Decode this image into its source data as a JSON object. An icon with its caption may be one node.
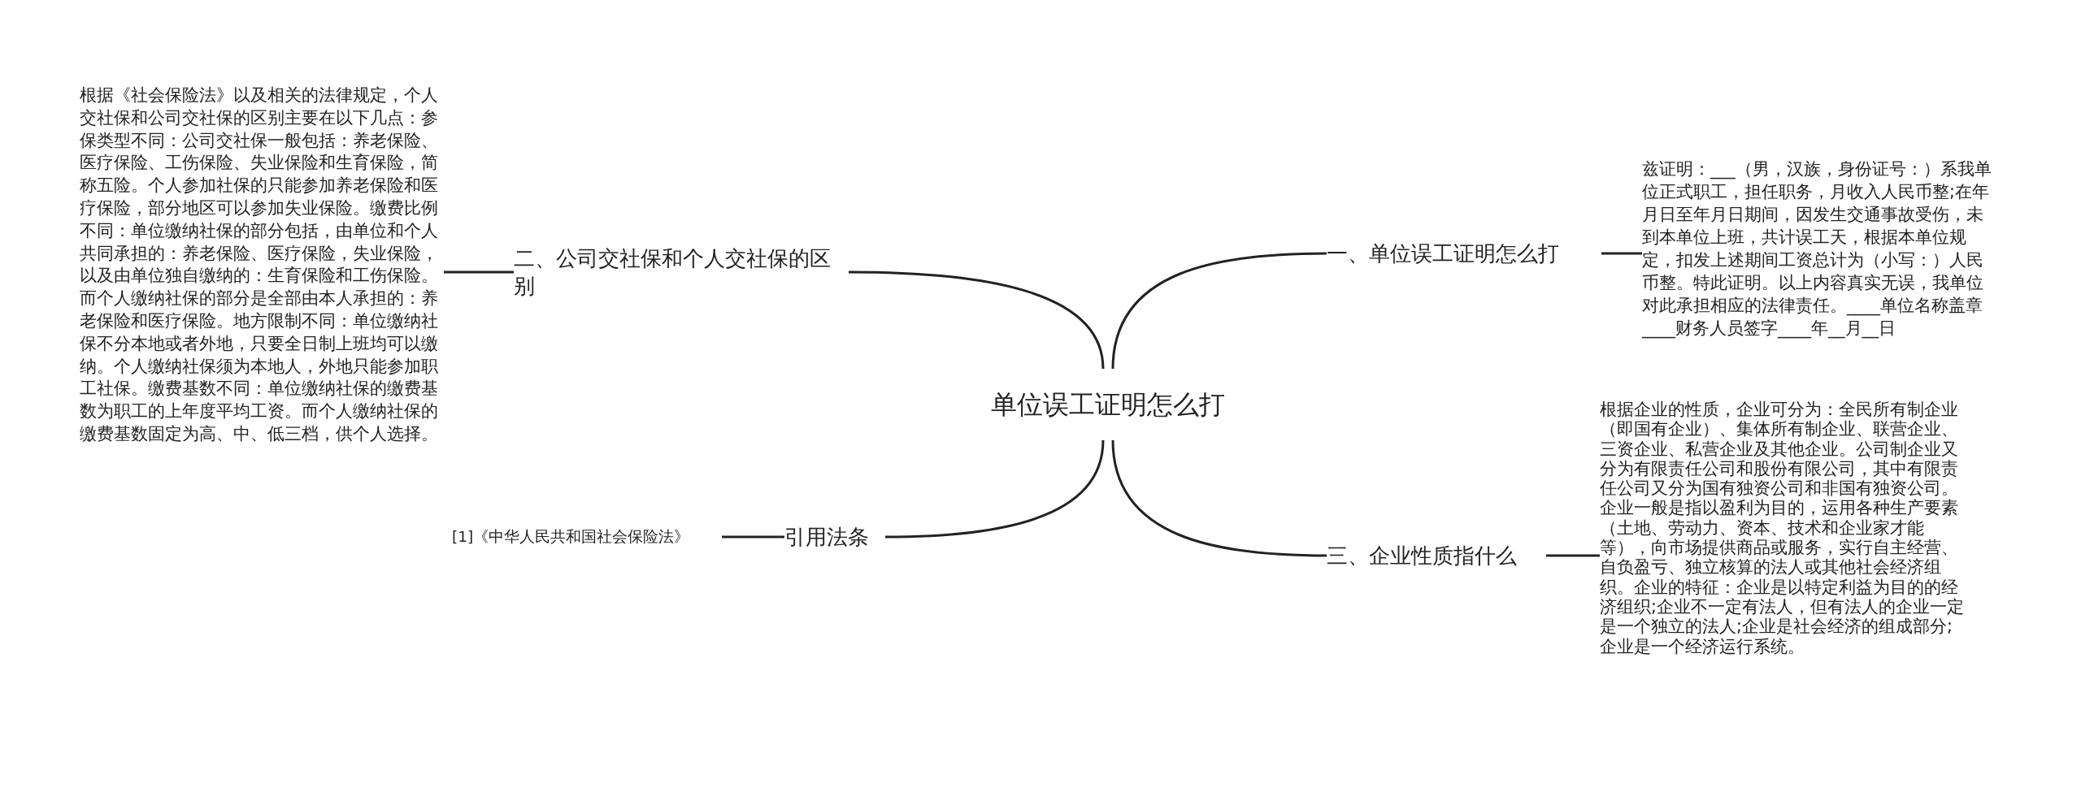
{
  "diagram": {
    "nodes": [
      {
        "text": [
          "单位误工证明怎么打"
        ]
      },
      {
        "text": [
          "一、单位误工证明怎么打"
        ]
      },
      {
        "text": [
          "兹证明：___（男，汉族，身份证号：）系我单位正式职工，担任职务，月收入人民币整;在年月日至年月日期间，因发生交通事故受伤，未到本单位上班，共计误工天，根据本单位规定，扣发上述期间工资总计为（小写：）人民币整。特此证明。以上内容真实无误，我单位对此承担相应的法律责任。____单位名称盖章____财务人员签字____年__月__日"
        ]
      },
      {
        "text": [
          "二、公司交社保和个人交社保的区别"
        ]
      },
      {
        "text": [
          "根据《社会保险法》以及相关的法律规定，个人交社保和公司交社保的区别主要在以下几点：参保类型不同：公司交社保一般包括：养老保险、医疗保险、工伤保险、失业保险和生育保险，简称五险。个人参加社保的只能参加养老保险和医疗保险，部分地区可以参加失业保险。缴费比例不同：单位缴纳社保的部分包括，由单位和个人共同承担的：养老保险、医疗保险，失业保险，以及由单位独自缴纳的：生育保险和工伤保险。而个人缴纳社保的部分是全部由本人承担的：养老保险和医疗保险。地方限制不同：单位缴纳社保不分本地或者外地，只要全日制上班均可以缴纳。个人缴纳社保须为本地人，外地只能参加职工社保。缴费基数不同：单位缴纳社保的缴费基数为职工的上年度平均工资。而个人缴纳社保的缴费基数固定为高、中、低三档，供个人选择。"
        ]
      },
      {
        "text": [
          "三、企业性质指什么"
        ]
      },
      {
        "text": [
          "根据企业的性质，企业可分为：全民所有制企业（即国有企业）、集体所有制企业、联营企业、三资企业、私营企业及其他企业。公司制企业又分为有限责任公司和股份有限公司，其中有限责任公司又分为国有独资公司和非国有独资公司。企业一般是指以盈利为目的，运用各种生产要素（土地、劳动力、资本、技术和企业家才能等），向市场提供商品或服务，实行自主经营、自负盈亏、独立核算的法人或其他社会经济组织。企业的特征：企业是以特定利益为目的的经济组织;企业不一定有法人，但有法人的企业一定是一个独立的法人;企业是社会经济的组成部分;企业是一个经济运行系统。"
        ]
      },
      {
        "text": [
          "引用法条"
        ]
      },
      {
        "text": [
          "[1]《中华人民共和国社会保险法》"
        ]
      }
    ],
    "edges": [
      {
        "from": 0,
        "to": 1,
        "arrow": "none"
      },
      {
        "from": 1,
        "to": 2,
        "arrow": "none"
      },
      {
        "from": 0,
        "to": 3,
        "arrow": "none"
      },
      {
        "from": 3,
        "to": 4,
        "arrow": "none"
      },
      {
        "from": 0,
        "to": 5,
        "arrow": "none"
      },
      {
        "from": 5,
        "to": 6,
        "arrow": "none"
      },
      {
        "from": 0,
        "to": 7,
        "arrow": "none"
      },
      {
        "from": 7,
        "to": 8,
        "arrow": "none"
      }
    ]
  }
}
